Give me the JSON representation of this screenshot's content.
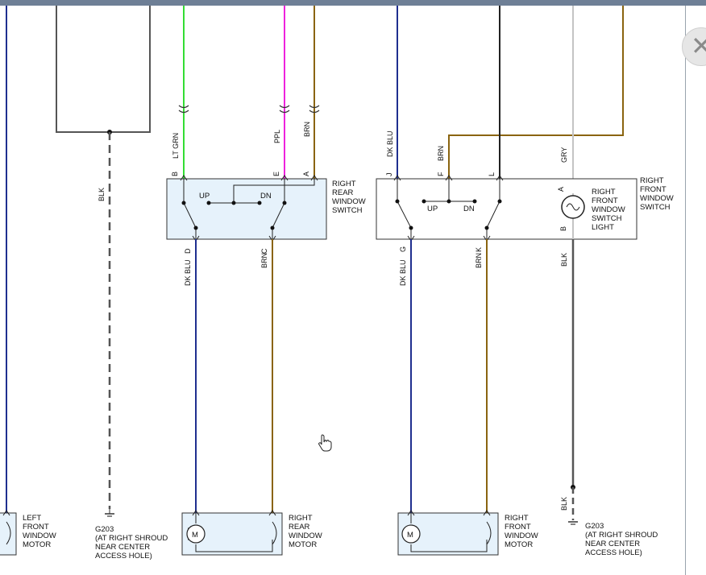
{
  "labels": {
    "lt_grn": "LT GRN",
    "ppl": "PPL",
    "brn": "BRN",
    "blk": "BLK",
    "dk_blu": "DK BLU",
    "gry": "GRY",
    "pin_b": "B",
    "pin_e": "E",
    "pin_a": "A",
    "pin_d": "D",
    "pin_c": "C",
    "pin_j": "J",
    "pin_f": "F",
    "pin_l": "L",
    "pin_g": "G",
    "pin_k": "K",
    "up": "UP",
    "dn": "DN",
    "m": "M"
  },
  "components": {
    "rear_switch": [
      "RIGHT",
      "REAR",
      "WINDOW",
      "SWITCH"
    ],
    "front_switch": [
      "RIGHT",
      "FRONT",
      "WINDOW",
      "SWITCH"
    ],
    "front_switch_light": [
      "RIGHT",
      "FRONT",
      "WINDOW",
      "SWITCH",
      "LIGHT"
    ],
    "left_front_motor": [
      "LEFT",
      "FRONT",
      "WINDOW",
      "MOTOR"
    ],
    "right_rear_motor": [
      "RIGHT",
      "REAR",
      "WINDOW",
      "MOTOR"
    ],
    "right_front_motor": [
      "RIGHT",
      "FRONT",
      "WINDOW",
      "MOTOR"
    ],
    "ground_left": [
      "G203",
      "(AT RIGHT SHROUD",
      "NEAR CENTER",
      "ACCESS HOLE)"
    ],
    "ground_right": [
      "G203",
      "(AT RIGHT SHROUD",
      "NEAR CENTER",
      "ACCESS HOLE)"
    ]
  },
  "colors": {
    "dk_blu": "#1f2f8f",
    "lt_grn": "#33dd33",
    "ppl": "#ee22dd",
    "brn": "#8a6410",
    "blk": "#222222",
    "gry": "#c4c4c4",
    "box_fill": "#e6f2fb"
  },
  "ui": {
    "close_icon": "close-icon",
    "cursor_icon": "hand-pointer-icon"
  }
}
